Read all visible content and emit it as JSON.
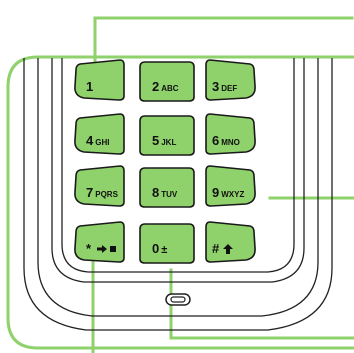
{
  "diagram": {
    "colors": {
      "key_fill": "#8fd16a",
      "key_stroke": "#1a1a1a",
      "callout": "#8fd16a",
      "phone_body": "#ffffff",
      "phone_outline": "#222222"
    },
    "keys": [
      {
        "id": "1",
        "digit": "1",
        "letters": ""
      },
      {
        "id": "2",
        "digit": "2",
        "letters": "ABC"
      },
      {
        "id": "3",
        "digit": "3",
        "letters": "DEF"
      },
      {
        "id": "4",
        "digit": "4",
        "letters": "GHI"
      },
      {
        "id": "5",
        "digit": "5",
        "letters": "JKL"
      },
      {
        "id": "6",
        "digit": "6",
        "letters": "MNO"
      },
      {
        "id": "7",
        "digit": "7",
        "letters": "PQRS"
      },
      {
        "id": "8",
        "digit": "8",
        "letters": "TUV"
      },
      {
        "id": "9",
        "digit": "9",
        "letters": "WXYZ"
      },
      {
        "id": "star",
        "digit": "*",
        "letters": "",
        "icons": [
          "arrow-right-icon",
          "square-icon"
        ]
      },
      {
        "id": "0",
        "digit": "0",
        "letters": "±"
      },
      {
        "id": "hash",
        "digit": "#",
        "letters": "",
        "icons": [
          "arrow-up-icon"
        ]
      }
    ],
    "callouts": [
      {
        "target": "key-1"
      },
      {
        "target": "key-9"
      },
      {
        "target": "key-star"
      },
      {
        "target": "key-0"
      }
    ]
  }
}
